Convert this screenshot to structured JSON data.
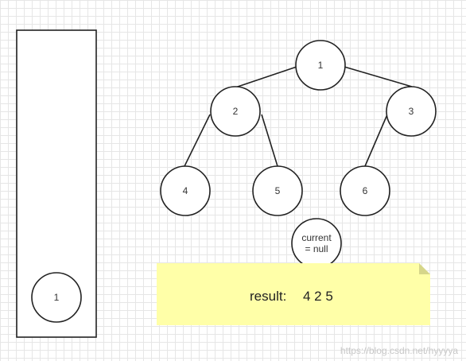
{
  "stack": {
    "items": [
      "1"
    ]
  },
  "tree": {
    "nodes": [
      {
        "id": "n1",
        "label": "1"
      },
      {
        "id": "n2",
        "label": "2"
      },
      {
        "id": "n3",
        "label": "3"
      },
      {
        "id": "n4",
        "label": "4"
      },
      {
        "id": "n5",
        "label": "5"
      },
      {
        "id": "n6",
        "label": "6"
      }
    ],
    "edges": [
      {
        "from": "n1",
        "to": "n2"
      },
      {
        "from": "n1",
        "to": "n3"
      },
      {
        "from": "n2",
        "to": "n4"
      },
      {
        "from": "n2",
        "to": "n5"
      },
      {
        "from": "n3",
        "to": "n6"
      }
    ]
  },
  "current": {
    "line1": "current",
    "line2": "= null"
  },
  "note": {
    "result_label": "result:",
    "result_values": "4 2 5"
  },
  "watermark": "https://blog.csdn.net/hyyyya"
}
